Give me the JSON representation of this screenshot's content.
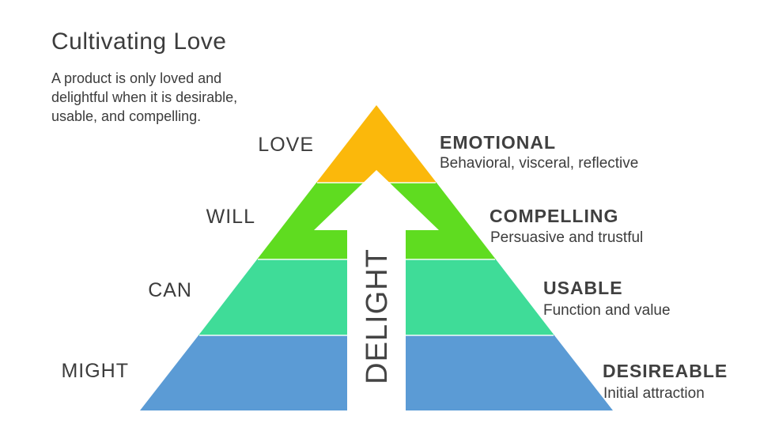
{
  "header": {
    "title": "Cultivating Love",
    "subtitle_lines": [
      "A product is only loved and",
      "delightful when it is desirable,",
      "usable, and compelling."
    ]
  },
  "pyramid": {
    "arrow_label": "DELIGHT",
    "arrow_color": "#ffffff",
    "text_color": "#3c3c3c",
    "levels": [
      {
        "left_label": "LOVE",
        "right_title": "EMOTIONAL",
        "right_subtitle": "Behavioral, visceral, reflective",
        "color": "#fbb80b"
      },
      {
        "left_label": "WILL",
        "right_title": "COMPELLING",
        "right_subtitle": "Persuasive and trustful",
        "color": "#5fdc20"
      },
      {
        "left_label": "CAN",
        "right_title": "USABLE",
        "right_subtitle": "Function and value",
        "color": "#3fdc98"
      },
      {
        "left_label": "MIGHT",
        "right_title": "DESIREABLE",
        "right_subtitle": "Initial attraction",
        "color": "#5b9bd5"
      }
    ]
  }
}
